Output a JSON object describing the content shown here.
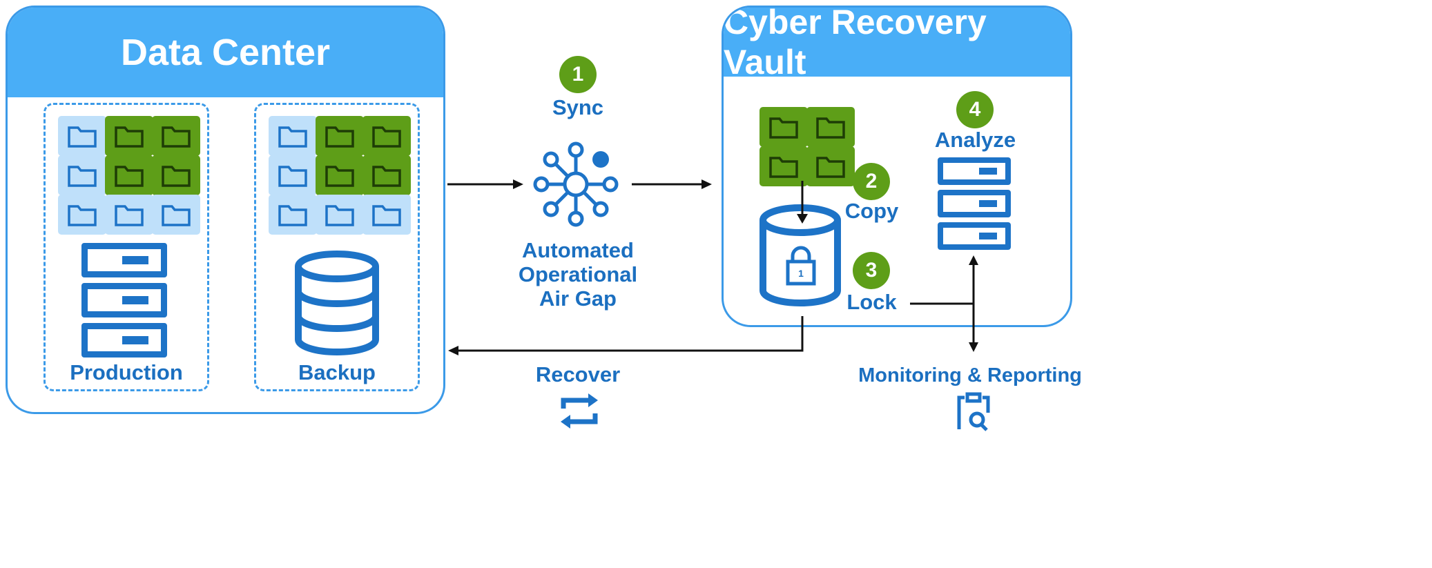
{
  "data_center": {
    "title": "Data Center",
    "production_label": "Production",
    "backup_label": "Backup"
  },
  "air_gap": {
    "sync_step": "1",
    "sync_label": "Sync",
    "caption_line1": "Automated",
    "caption_line2": "Operational",
    "caption_line3": "Air Gap",
    "recover_label": "Recover"
  },
  "vault": {
    "title": "Cyber Recovery Vault",
    "copy_step": "2",
    "copy_label": "Copy",
    "lock_step": "3",
    "lock_label": "Lock",
    "analyze_step": "4",
    "analyze_label": "Analyze",
    "lock_number": "1"
  },
  "monitoring": {
    "label": "Monitoring & Reporting"
  },
  "colors": {
    "header_blue": "#49aef7",
    "icon_blue": "#1d73c7",
    "folder_green": "#5e9e18",
    "folder_light": "#bfe0fa",
    "step_green": "#5e9e18"
  },
  "icons": [
    "folder-icon",
    "server-icon",
    "database-icon",
    "network-hub-icon",
    "lock-icon",
    "recover-arrows-icon",
    "report-search-icon"
  ]
}
